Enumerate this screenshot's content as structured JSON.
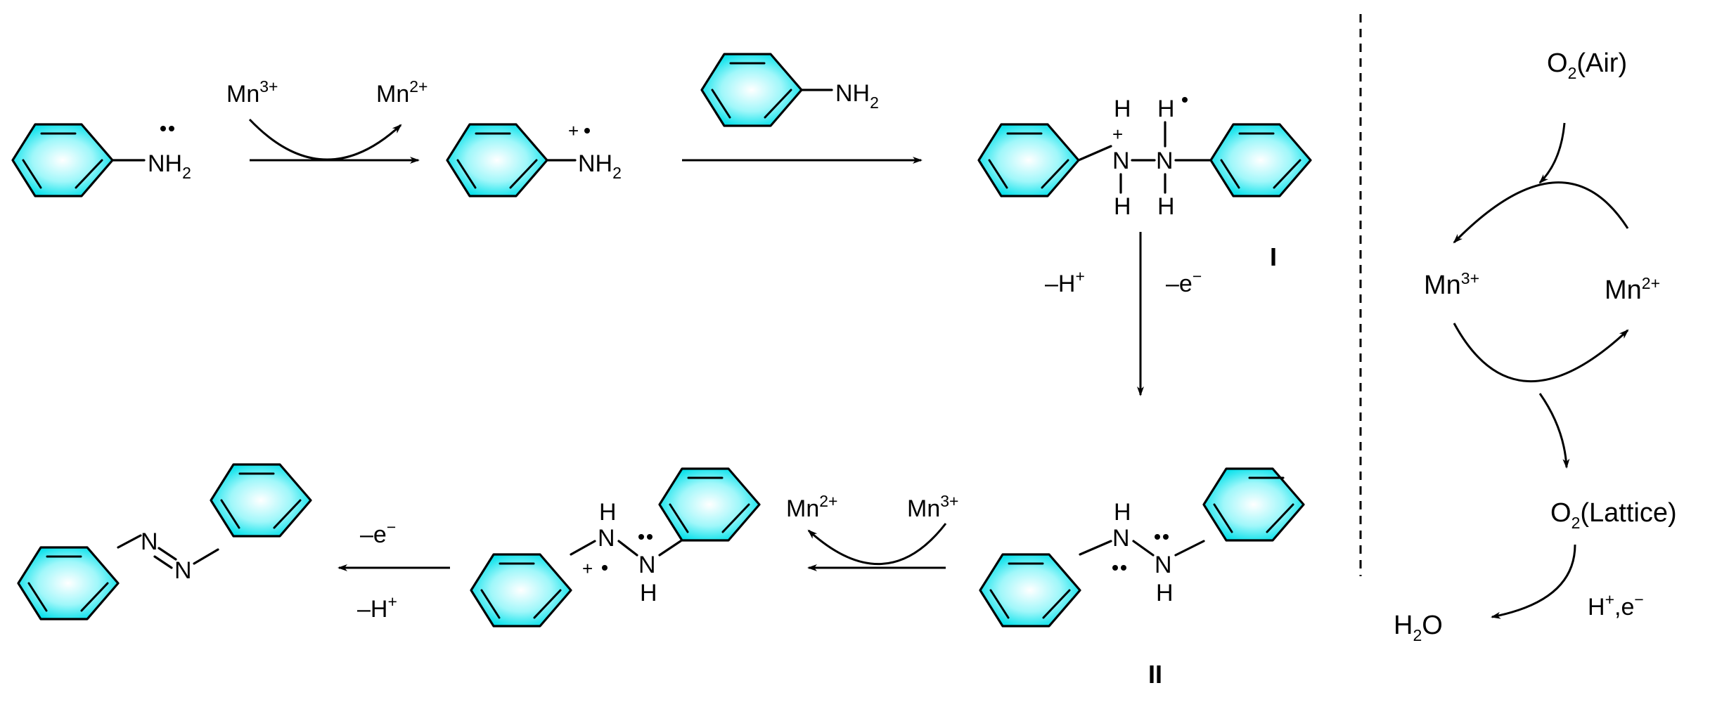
{
  "colors": {
    "black": "#000000",
    "orange": "#f28a1d",
    "blue": "#0018f0",
    "red": "#ff0000",
    "green": "#0a8a3a",
    "ring_cyan": "#00e0ea"
  },
  "labels": {
    "mn3_a": "Mn",
    "mn3_a_sup": "3+",
    "mn2_a": "Mn",
    "mn2_a_sup": "2+",
    "nh2_main": "NH",
    "nh2_sub": "2",
    "int1": "I",
    "int2": "II",
    "minus_h_a": "–H",
    "minus_h_a_sup": "+",
    "minus_e_a": "–e",
    "minus_e_a_sup": "−",
    "mn2_b": "Mn",
    "mn2_b_sup": "2+",
    "mn3_b": "Mn",
    "mn3_b_sup": "3+",
    "minus_e_b": "–e",
    "minus_e_b_sup": "−",
    "minus_h_b": "–H",
    "minus_h_b_sup": "+",
    "n_atom": "N",
    "h_atom": "H",
    "plus": "+"
  },
  "cycle": {
    "o2_air": "O",
    "o2_air_sub": "2",
    "o2_air_tail": "(Air)",
    "mn3": "Mn",
    "mn3_sup": "3+",
    "mn2": "Mn",
    "mn2_sup": "2+",
    "o2_lattice": "O",
    "o2_lattice_sub": "2",
    "o2_lattice_tail": "(Lattice)",
    "h2o": "H",
    "h2o_sub": "2",
    "h2o_tail": "O",
    "he": "H",
    "he_sup1": "+",
    "he_mid": ",e",
    "he_sup2": "−"
  }
}
